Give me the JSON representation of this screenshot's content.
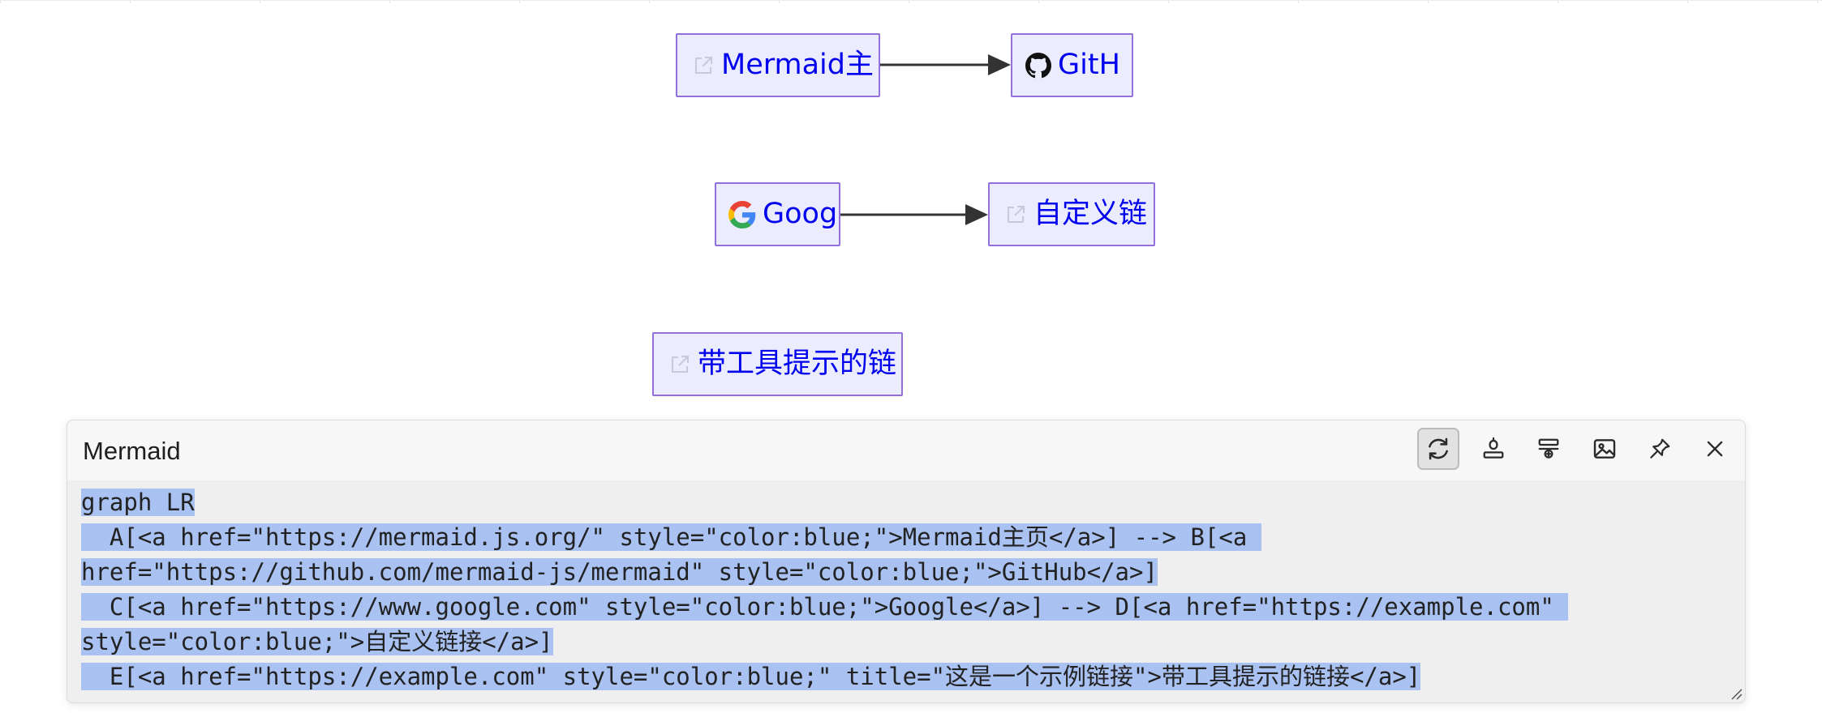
{
  "diagram": {
    "nodes": [
      {
        "id": "A",
        "label": "Mermaid主",
        "icon": "external-link-icon"
      },
      {
        "id": "B",
        "label": "GitH",
        "icon": "github-icon"
      },
      {
        "id": "C",
        "label": "Goog",
        "icon": "google-icon"
      },
      {
        "id": "D",
        "label": "自定义链",
        "icon": "external-link-icon"
      },
      {
        "id": "E",
        "label": "带工具提示的链",
        "icon": "external-link-icon"
      }
    ],
    "edges": [
      {
        "from": "A",
        "to": "B"
      },
      {
        "from": "C",
        "to": "D"
      }
    ],
    "colors": {
      "node_fill": "#ececff",
      "node_border": "#9370db",
      "link_text": "#0000ee",
      "edge": "#333333"
    }
  },
  "panel": {
    "title": "Mermaid",
    "toolbar": [
      {
        "name": "refresh",
        "icon": "refresh-icon",
        "active": true
      },
      {
        "name": "align-top",
        "icon": "align-top-icon"
      },
      {
        "name": "align-center",
        "icon": "align-center-icon"
      },
      {
        "name": "export-image",
        "icon": "image-icon"
      },
      {
        "name": "pin",
        "icon": "pin-icon"
      },
      {
        "name": "close",
        "icon": "close-icon"
      }
    ],
    "code": {
      "selection_color": "#a9c2f2",
      "lines": [
        "graph LR",
        "  A[<a href=\"https://mermaid.js.org/\" style=\"color:blue;\">Mermaid主页</a>] --> B[<a ",
        "href=\"https://github.com/mermaid-js/mermaid\" style=\"color:blue;\">GitHub</a>]",
        "  C[<a href=\"https://www.google.com\" style=\"color:blue;\">Google</a>] --> D[<a href=\"https://example.com\" ",
        "style=\"color:blue;\">自定义链接</a>]",
        "  E[<a href=\"https://example.com\" style=\"color:blue;\" title=\"这是一个示例链接\">带工具提示的链接</a>]"
      ]
    }
  }
}
